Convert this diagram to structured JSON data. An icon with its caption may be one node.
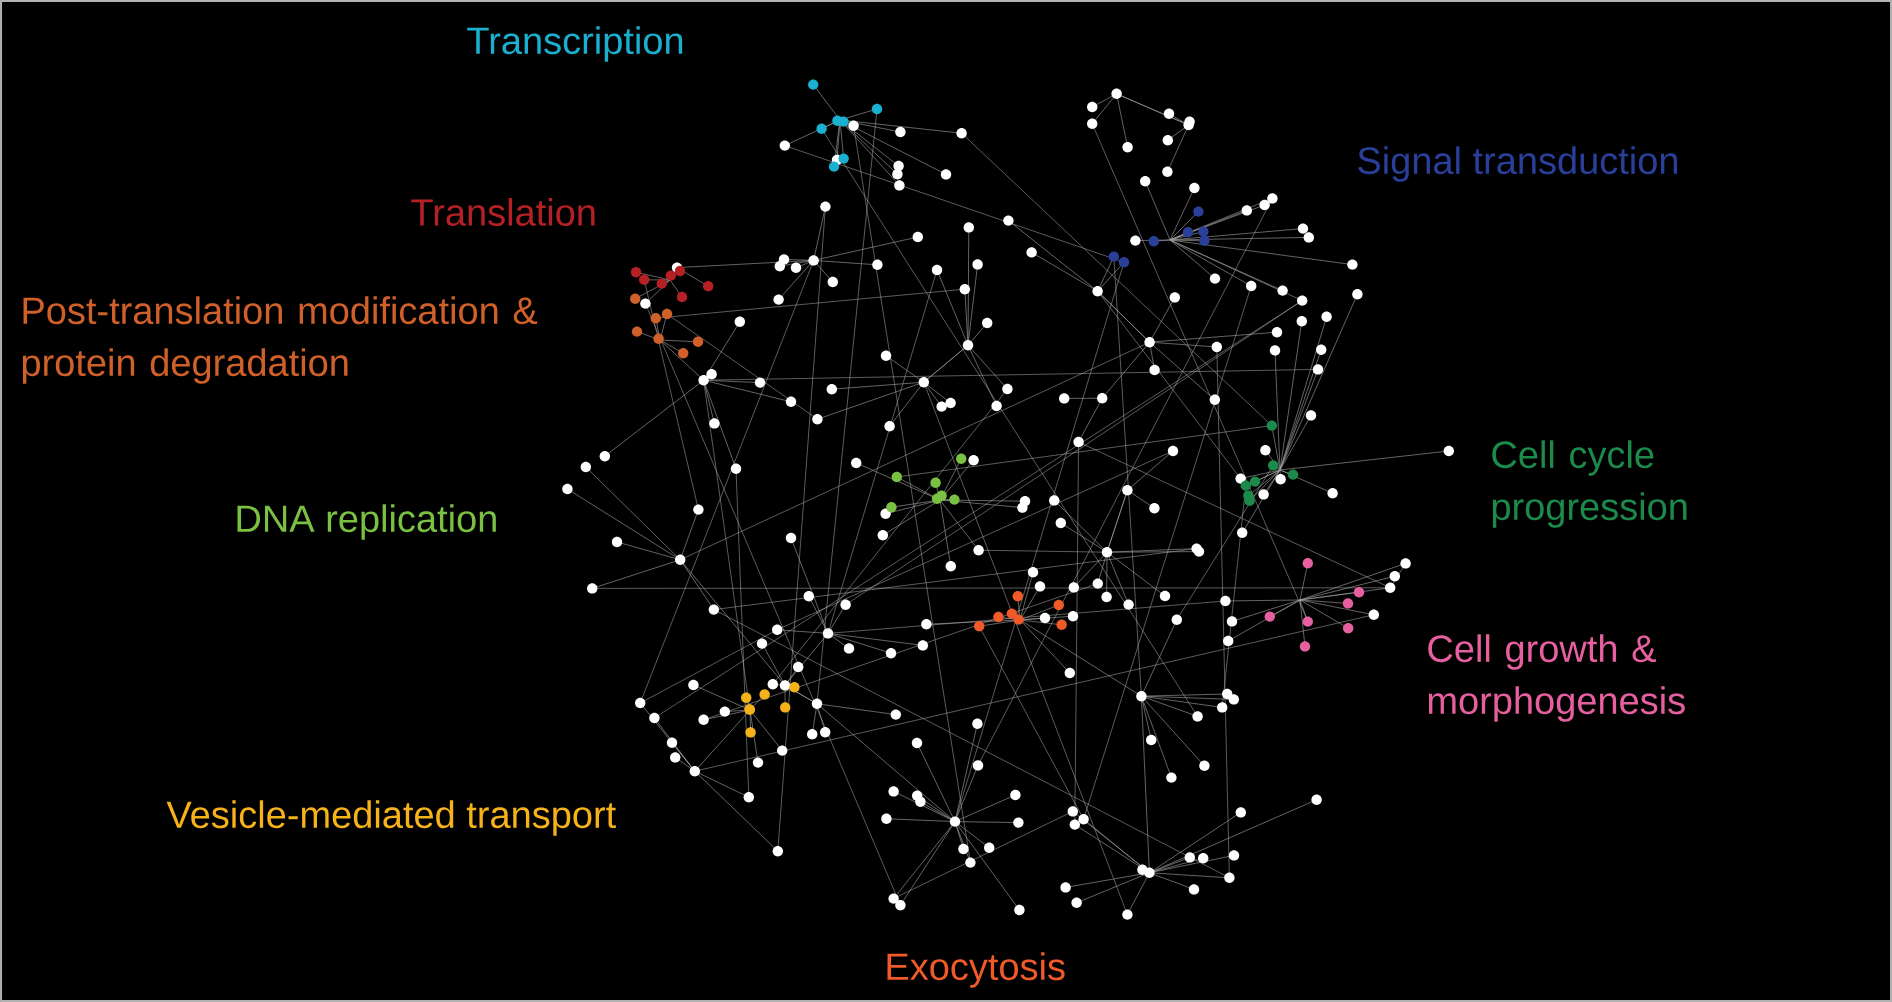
{
  "diagram": {
    "labels": [
      "Transcription",
      "Signal transduction",
      "Translation",
      "Post-translation modification & protein degradation",
      "Cell cycle progression",
      "DNA replication",
      "Cell growth & morphogenesis",
      "Vesicle-mediated transport",
      "Exocytosis"
    ]
  }
}
